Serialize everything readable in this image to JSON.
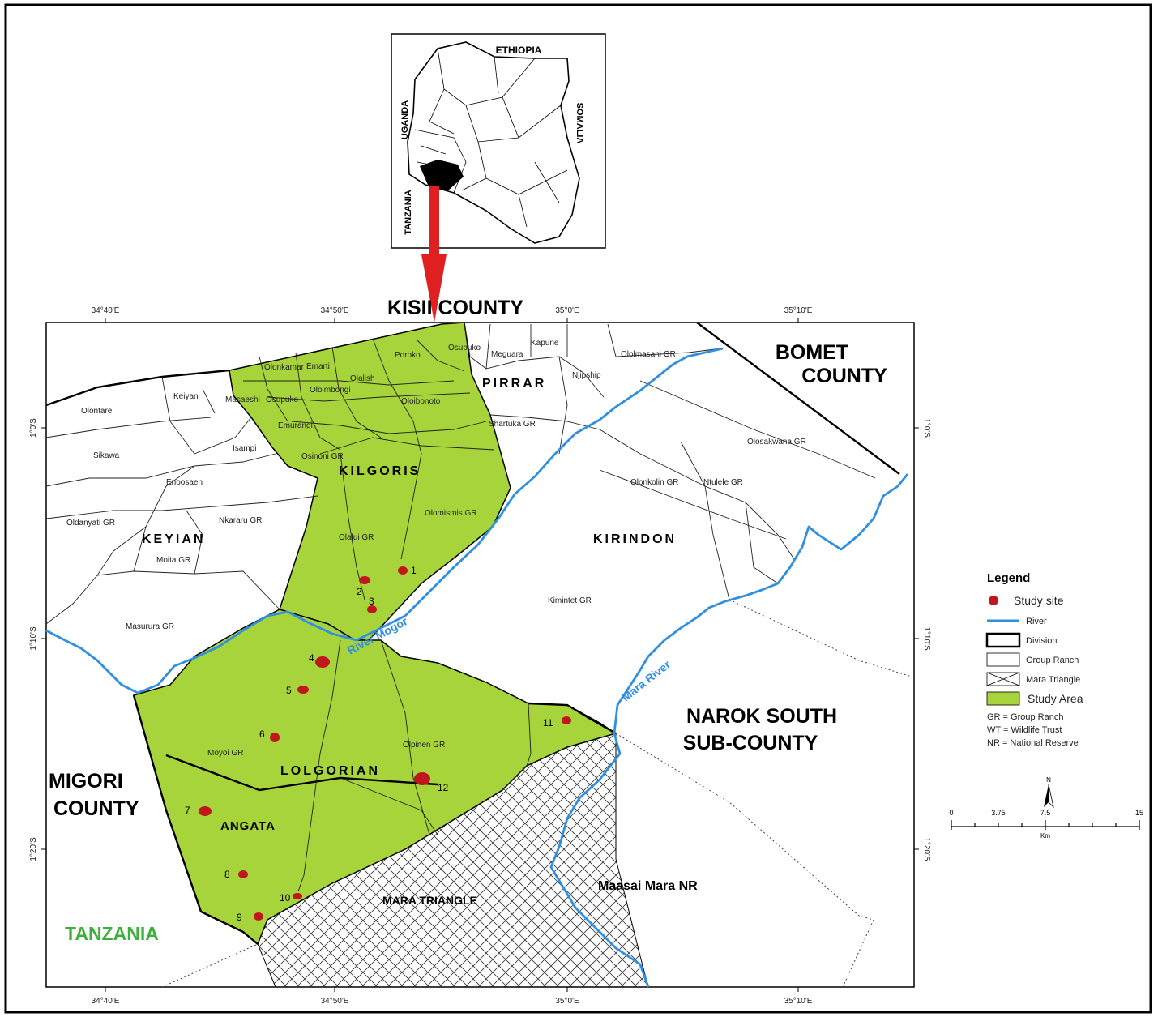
{
  "inset": {
    "labels": {
      "ethiopia": "ETHIOPIA",
      "uganda": "UGANDA",
      "somalia": "SOMALIA",
      "tanzania": "TANZANIA"
    }
  },
  "counties": {
    "kisii": "KISII COUNTY",
    "bomet_1": "BOMET",
    "bomet_2": "COUNTY",
    "narok_1": "NAROK SOUTH",
    "narok_2": "SUB-COUNTY",
    "migori_1": "MIGORI",
    "migori_2": "COUNTY",
    "tanzania": "TANZANIA"
  },
  "divisions": {
    "pirrar": "PIRRAR",
    "kilgoris": "KILGORIS",
    "keyian": "KEYIAN",
    "kirindon": "KIRINDON",
    "lolgorian": "LOLGORIAN",
    "angata": "ANGATA",
    "mara_triangle": "MARA TRIANGLE",
    "maasai_mara": "Maasai Mara NR"
  },
  "places": {
    "olonkamar": "Olonkamar",
    "emarti": "Emarti",
    "olalish": "Olalish",
    "ololmbongi": "Ololmbongi",
    "poroko": "Poroko",
    "osupuko": "Osupuko",
    "meguara": "Meguara",
    "kapune": "Kapune",
    "njipship": "Njipship",
    "ololmasani": "Ololmasani GR",
    "olontare": "Olontare",
    "keiyan": "Keiyan",
    "masaeshi": "Masaeshi",
    "osupuko2": "Osupuko",
    "oloibonoto": "Oloibonoto",
    "shartuka": "Shartuka GR",
    "emurangi": "Emurangi",
    "sikawa": "Sikawa",
    "isampi": "Isampi",
    "osinoni": "Osinoni GR",
    "olosakwana": "Olosakwana GR",
    "enoosaen": "Enoosaen",
    "olonkolin": "Olonkolin GR",
    "ntulele": "Ntulele GR",
    "oldanyati": "Oldanyati GR",
    "nkararu": "Nkararu GR",
    "olomismis": "Olomismis GR",
    "olalui": "Olalui GR",
    "moita": "Moita GR",
    "kimintet": "Kimintet GR",
    "masurura": "Masurura GR",
    "moyoi": "Moyoi GR",
    "olpinen": "Olpinen GR"
  },
  "rivers": {
    "mogor": "River Mogor",
    "mara": "Mara River"
  },
  "graticule": {
    "top": [
      "34°40'E",
      "34°50'E",
      "35°0'E",
      "35°10'E"
    ],
    "bottom": [
      "34°40'E",
      "34°50'E",
      "35°0'E",
      "35°10'E"
    ],
    "left": [
      "1°0'S",
      "1°10'S",
      "1°20'S"
    ],
    "right": [
      "1°0'S",
      "1°10'S",
      "1°20'S"
    ]
  },
  "sites": [
    {
      "id": "1"
    },
    {
      "id": "2"
    },
    {
      "id": "3"
    },
    {
      "id": "4"
    },
    {
      "id": "5"
    },
    {
      "id": "6"
    },
    {
      "id": "7"
    },
    {
      "id": "8"
    },
    {
      "id": "9"
    },
    {
      "id": "10"
    },
    {
      "id": "11"
    },
    {
      "id": "12"
    }
  ],
  "legend": {
    "title": "Legend",
    "study_site": "Study site",
    "river": "River",
    "division": "Division",
    "group_ranch": "Group Ranch",
    "mara_triangle": "Mara Triangle",
    "study_area": "Study Area",
    "abbr_gr": "GR = Group Ranch",
    "abbr_wt": "WT = Wildlife Trust",
    "abbr_nr": "NR = National Reserve"
  },
  "scale_bar": {
    "ticks": [
      "0",
      "3.75",
      "7.5",
      "15"
    ],
    "unit": "Km",
    "north": "N"
  },
  "colors": {
    "study_area": "#a6d43a",
    "river": "#2f8fe0",
    "site": "#c0171c",
    "arrow": "#e02020",
    "tanzania_label": "#3bb13b"
  }
}
